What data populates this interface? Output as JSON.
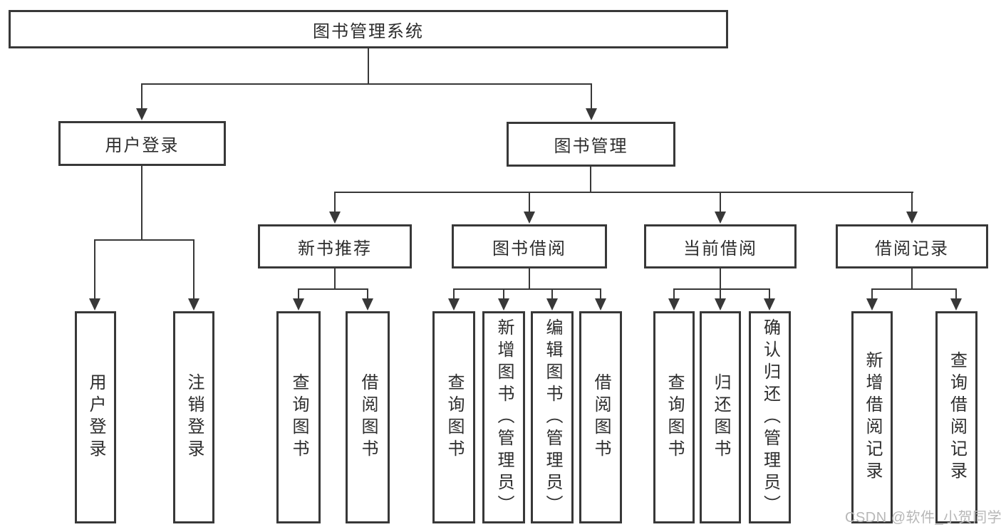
{
  "diagram": {
    "root": "图书管理系统",
    "user_login": {
      "label": "用户登录",
      "children": [
        "用户登录",
        "注销登录"
      ]
    },
    "book_mgmt": {
      "label": "图书管理"
    },
    "new_book": {
      "label": "新书推荐",
      "children": [
        "查询图书",
        "借阅图书"
      ]
    },
    "book_borrow": {
      "label": "图书借阅",
      "children": [
        "查询图书",
        "新增图书（管理员）",
        "编辑图书（管理员）",
        "借阅图书"
      ]
    },
    "current_borrow": {
      "label": "当前借阅",
      "children": [
        "查询图书",
        "归还图书",
        "确认归还（管理员）"
      ]
    },
    "borrow_record": {
      "label": "借阅记录",
      "children": [
        "新增借阅记录",
        "查询借阅记录"
      ]
    },
    "watermark": "CSDN @软件_小贺同学",
    "colors": {
      "line": "#383838",
      "box_fill": "#ffffff",
      "text": "#2d2d2d",
      "watermark": "#b7b7b7"
    }
  }
}
